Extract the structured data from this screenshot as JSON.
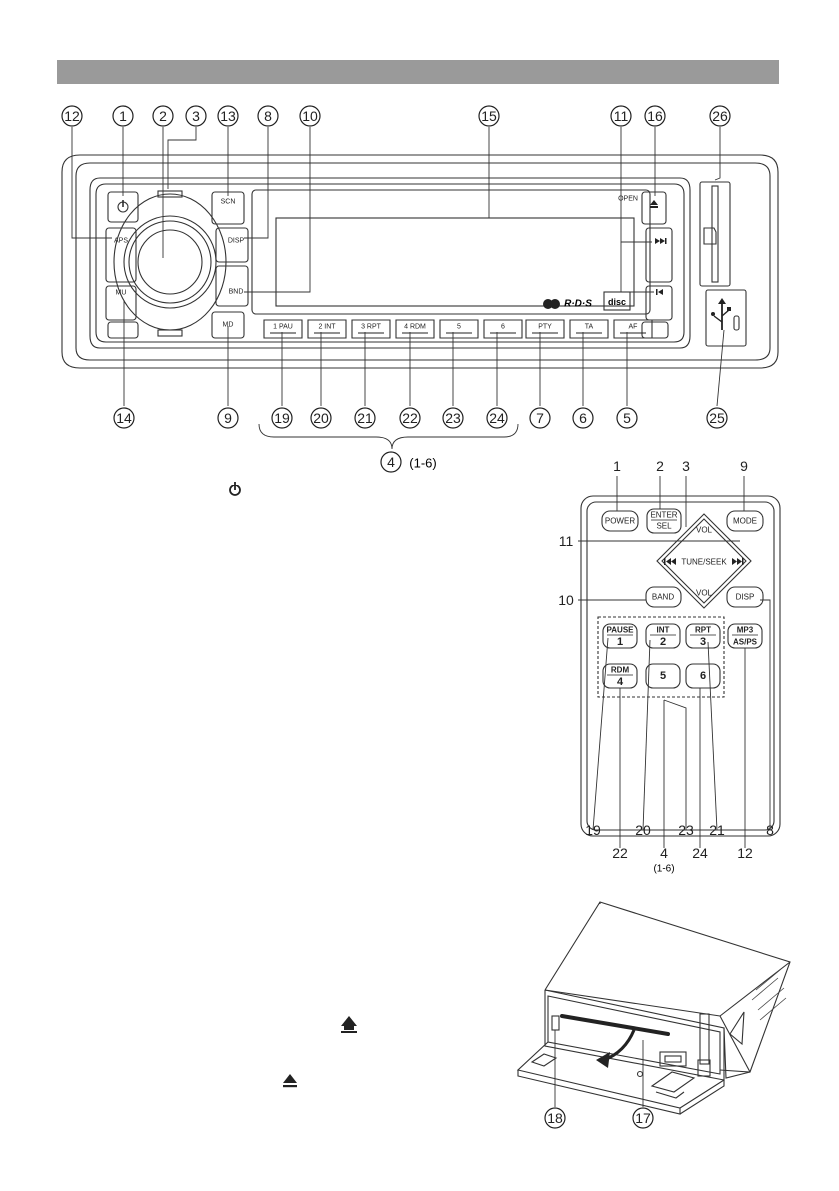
{
  "front_panel": {
    "callouts_top": [
      "12",
      "1",
      "2",
      "3",
      "13",
      "8",
      "10",
      "15",
      "11",
      "16",
      "26"
    ],
    "callouts_bottom": [
      "14",
      "9",
      "19",
      "20",
      "21",
      "22",
      "23",
      "24",
      "7",
      "6",
      "5",
      "25"
    ],
    "group_label": "4",
    "group_range": "(1-6)",
    "buttons": {
      "aps": "APS",
      "mu": "MU",
      "scn": "SCN",
      "disp": "DISP",
      "bnd": "BND",
      "md": "MD",
      "open": "OPEN",
      "rds": "R·D·S",
      "disc": "disc"
    },
    "preset_labels": [
      "1 PAU",
      "2 INT",
      "3 RPT",
      "4 RDM",
      "5",
      "6",
      "PTY",
      "TA",
      "AF"
    ]
  },
  "remote": {
    "top_numbers": [
      "1",
      "2",
      "3",
      "9"
    ],
    "side_numbers": [
      "11",
      "10"
    ],
    "bottom_row1": [
      "19",
      "20",
      "23",
      "21",
      "8"
    ],
    "bottom_row2": [
      "22",
      "24",
      "12"
    ],
    "group_label": "4",
    "group_range": "(1-6)",
    "keys": {
      "power": "POWER",
      "enter": "ENTER",
      "sel": "SEL",
      "mode": "MODE",
      "vol_up": "VOL",
      "vol_down": "VOL",
      "tune": "TUNE/SEEK",
      "band": "BAND",
      "disp": "DISP",
      "pause": "PAUSE",
      "k1": "1",
      "int": "INT",
      "k2": "2",
      "rpt": "RPT",
      "k3": "3",
      "mp3": "MP3",
      "asps": "AS/PS",
      "rdm": "RDM",
      "k4": "4",
      "k5": "5",
      "k6": "6"
    }
  },
  "unit_callouts": [
    "18",
    "17"
  ],
  "icons": [
    "power-icon",
    "open-eject-icon",
    "eject-icon",
    "usb-icon",
    "sd-card-icon",
    "prev-track-icon",
    "next-track-icon"
  ]
}
